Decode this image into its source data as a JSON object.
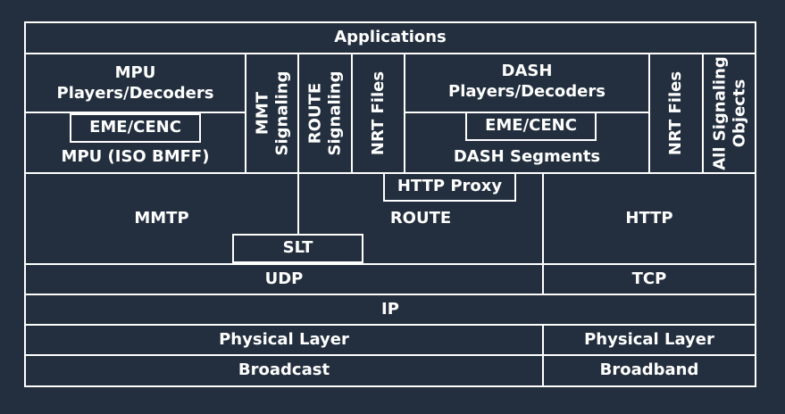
{
  "applications": "Applications",
  "mpu": {
    "title_line1": "MPU",
    "title_line2": "Players/Decoders",
    "eme": "EME/CENC",
    "format": "MPU (ISO BMFF)"
  },
  "mmt_signaling": {
    "line1": "MMT",
    "line2": "Signaling"
  },
  "route_signaling": {
    "line1": "ROUTE",
    "line2": "Signaling"
  },
  "nrt_files_left": "NRT Files",
  "dash": {
    "title_line1": "DASH",
    "title_line2": "Players/Decoders",
    "eme": "EME/CENC",
    "segments": "DASH Segments"
  },
  "nrt_files_right": "NRT Files",
  "all_signaling": {
    "line1": "All Signaling",
    "line2": "Objects"
  },
  "mmtp": "MMTP",
  "route": "ROUTE",
  "http_proxy": "HTTP Proxy",
  "slt": "SLT",
  "http": "HTTP",
  "udp": "UDP",
  "tcp": "TCP",
  "ip": "IP",
  "physical_broadcast": "Physical Layer",
  "physical_broadband": "Physical Layer",
  "broadcast": "Broadcast",
  "broadband": "Broadband",
  "colors": {
    "background": "#232f3e",
    "lines": "#ffffff",
    "text": "#ffffff"
  }
}
